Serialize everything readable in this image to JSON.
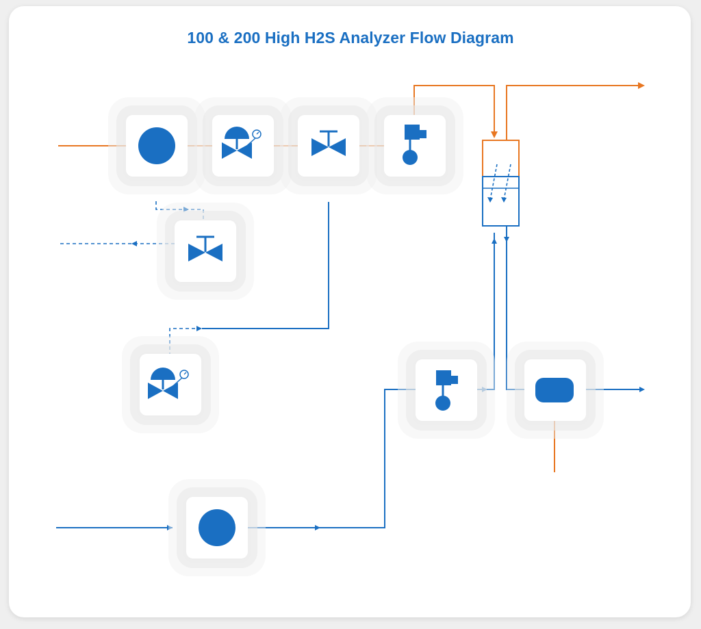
{
  "diagram": {
    "title": "100 & 200 High H2S Analyzer Flow Diagram"
  },
  "colors": {
    "blue": "#1a6fc2",
    "orange": "#e87722",
    "title": "#1a6fc2"
  },
  "nodes": [
    {
      "id": "filter-top",
      "icon": "circle-filter-icon"
    },
    {
      "id": "regulator-top",
      "icon": "pressure-regulator-icon"
    },
    {
      "id": "valve-top",
      "icon": "gate-valve-icon"
    },
    {
      "id": "solenoid-top",
      "icon": "solenoid-valve-icon"
    },
    {
      "id": "bypass-valve",
      "icon": "gate-valve-icon"
    },
    {
      "id": "regulator-bottom",
      "icon": "pressure-regulator-icon"
    },
    {
      "id": "filter-bottom",
      "icon": "circle-filter-icon"
    },
    {
      "id": "solenoid-bottom",
      "icon": "solenoid-valve-icon"
    },
    {
      "id": "sensor-cell",
      "icon": "sensor-cell-icon"
    },
    {
      "id": "analyzer-chamber",
      "icon": "reaction-chamber-icon"
    }
  ]
}
